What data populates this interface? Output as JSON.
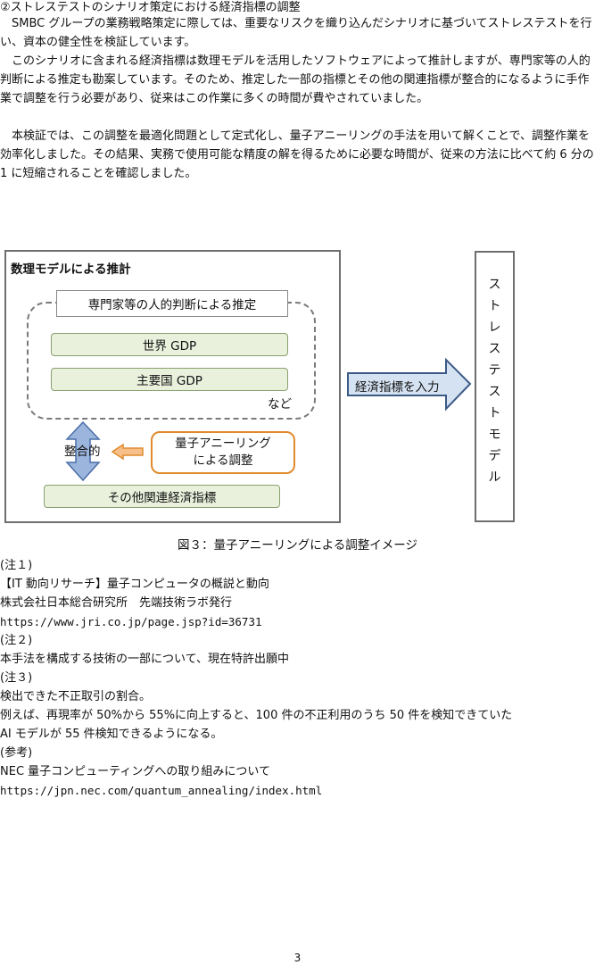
{
  "heading": "②ストレステストのシナリオ策定における経済指標の調整",
  "paragraphs": [
    "SMBC グループの業務戦略策定に際しては、重要なリスクを織り込んだシナリオに基づいてストレステストを行い、資本の健全性を検証しています。",
    "このシナリオに含まれる経済指標は数理モデルを活用したソフトウェアによって推計しますが、専門家等の人的判断による推定も勘案しています。そのため、推定した一部の指標とその他の関連指標が整合的になるように手作業で調整を行う必要があり、従来はこの作業に多くの時間が費やされていました。",
    "本検証では、この調整を最適化問題として定式化し、量子アニーリングの手法を用いて解くことで、調整作業を効率化しました。その結果、実務で使用可能な精度の解を得るために必要な時間が、従来の方法に比べて約 6 分の 1 に短縮されることを確認しました。"
  ],
  "diagram": {
    "model_title": "数理モデルによる推計",
    "expert_box": "専門家等の人的判断による推定",
    "world_gdp": "世界 GDP",
    "major_gdp": "主要国 GDP",
    "etc": "など",
    "consistency": "整合的",
    "quantum_line1": "量子アニーリング",
    "quantum_line2": "による調整",
    "other_indicators": "その他関連経済指標",
    "input_arrow": "経済指標を入力",
    "stress_model": [
      "ス",
      "ト",
      "レ",
      "ス",
      "テ",
      "ス",
      "ト",
      "モ",
      "デ",
      "ル"
    ]
  },
  "caption": "図３：量子アニーリングによる調整イメージ",
  "notes": [
    "(注１)",
    "【IT 動向リサーチ】量子コンピュータの概説と動向",
    "株式会社日本総合研究所　先端技術ラボ発行",
    "https://www.jri.co.jp/page.jsp?id=36731",
    "(注２)",
    "本手法を構成する技術の一部について、現在特許出願中",
    "(注３)",
    "検出できた不正取引の割合。",
    "例えば、再現率が 50%から 55%に向上すると、100 件の不正利用のうち 50 件を検知できていた",
    "AI モデルが 55 件検知できるようになる。",
    "(参考)",
    "NEC 量子コンピューティングへの取り組みについて",
    "https://jpn.nec.com/quantum_annealing/index.html"
  ],
  "page_number": "3"
}
